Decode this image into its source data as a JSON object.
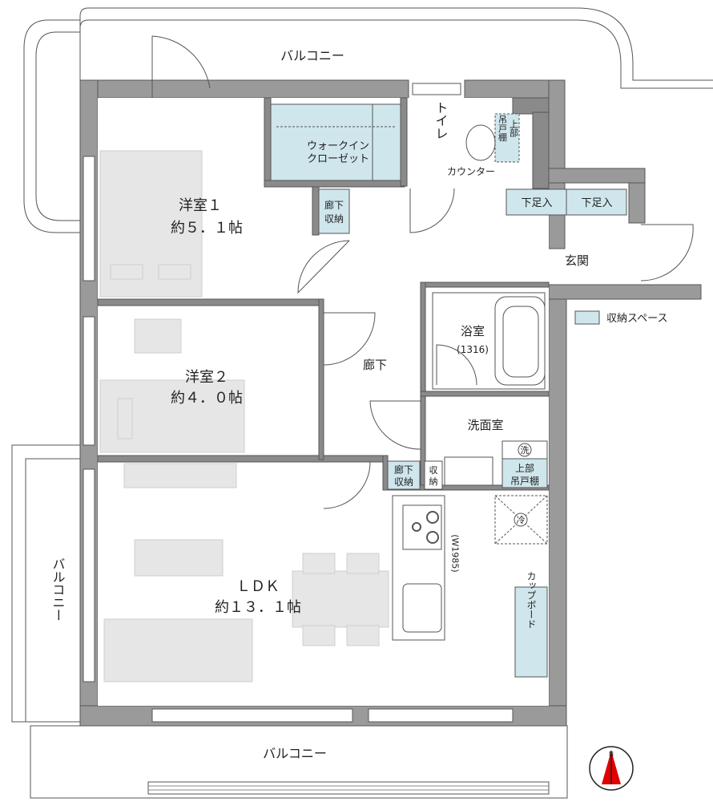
{
  "balconies": {
    "top": "バルコニー",
    "left": "バルコニー",
    "bottom": "バルコニー"
  },
  "rooms": {
    "bedroom1": {
      "name": "洋室１",
      "size": "約５．１帖"
    },
    "bedroom2": {
      "name": "洋室２",
      "size": "約４．０帖"
    },
    "ldk": {
      "name": "ＬＤＫ",
      "size": "約１３．１帖"
    },
    "walk_in_closet": {
      "line1": "ウォークイン",
      "line2": "クローゼット"
    },
    "toilet": "トイレ",
    "counter": "カウンター",
    "upper_cabinet_toilet": {
      "line1": "吊戸棚",
      "line2": "上部"
    },
    "hall_storage_top": {
      "line1": "廊下",
      "line2": "収納"
    },
    "shoe_storage_left": "下足入",
    "shoe_storage_right": "下足入",
    "entrance": "玄関",
    "bath": {
      "name": "浴室",
      "size": "(1316)"
    },
    "hallway": "廊下",
    "washroom": "洗面室",
    "washer_symbol": "洗",
    "upper_cabinet_wash": {
      "line1": "上部",
      "line2": "吊戸棚"
    },
    "hall_storage_bottom": {
      "line1": "廊下",
      "line2": "収納"
    },
    "small_storage": {
      "line1": "収",
      "line2": "納"
    },
    "fridge_symbol": "冷",
    "kitchen_width": "(W1985)",
    "cupboard": "カップボード"
  },
  "legend": {
    "label": "収納スペース",
    "color": "#cfe6ec"
  },
  "compass": {
    "north": "N"
  },
  "colors": {
    "wall": "#6e6e6e",
    "wall_fill": "#9a9a9a",
    "storage": "#cfe6ec",
    "furniture": "#e6e6e6"
  }
}
